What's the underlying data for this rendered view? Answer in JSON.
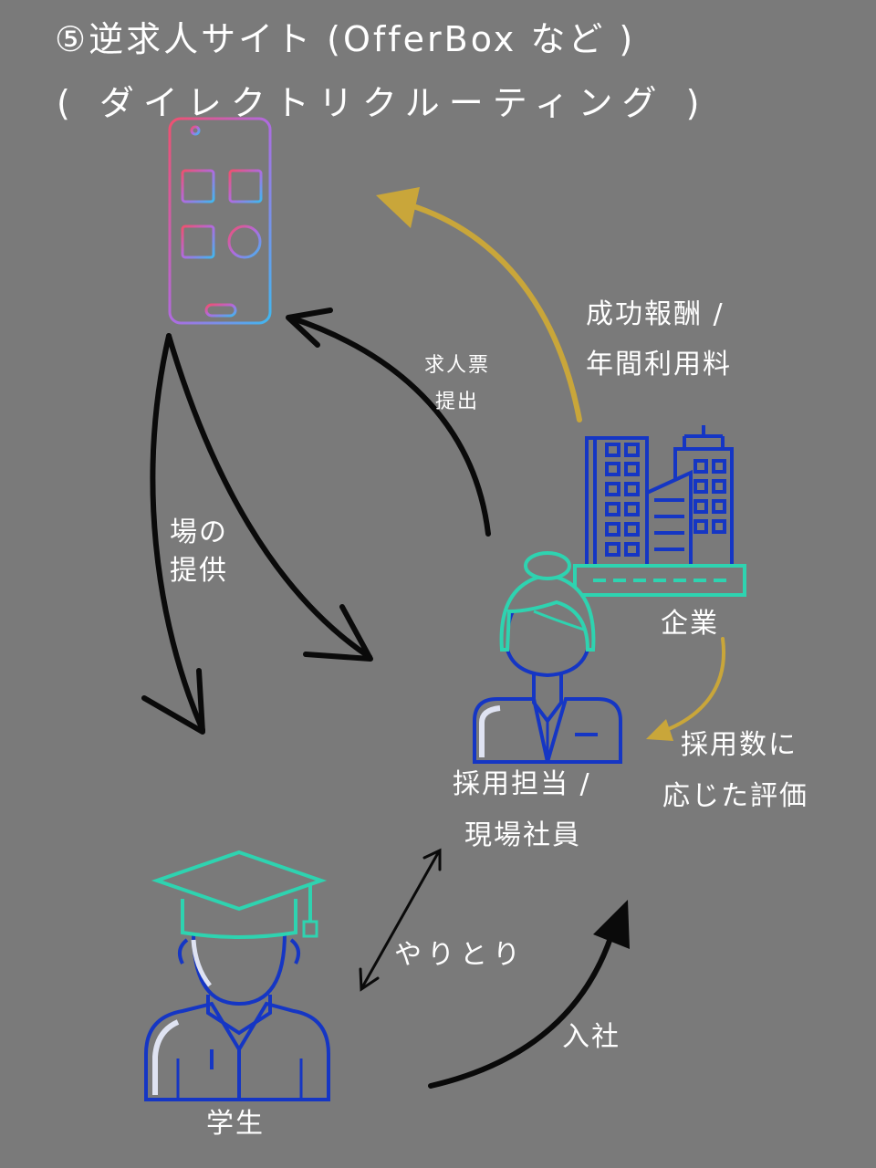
{
  "title": {
    "line1": "⑤逆求人サイト (OfferBox など )",
    "line2": "( ダイレクトリクルーティング )"
  },
  "labels": {
    "platform_provides_line1": "場の",
    "platform_provides_line2": "提供",
    "job_posting_line1": "求人票",
    "job_posting_line2": "提出",
    "fee_line1": "成功報酬 /",
    "fee_line2": "年間利用料",
    "company": "企業",
    "evaluation_line1": "採用数に",
    "evaluation_line2": "応じた評価",
    "recruiter_line1": "採用担当 /",
    "recruiter_line2": "現場社員",
    "exchange": "やりとり",
    "join": "入社",
    "student": "学生"
  },
  "colors": {
    "background": "#7a7a7a",
    "arrow_black": "#0a0a0a",
    "arrow_gold": "#c9a63a",
    "icon_blue": "#1536c4",
    "icon_teal": "#2ed3b0",
    "phone_gradient_top": "#f0506e",
    "phone_gradient_mid": "#b06ae0",
    "phone_gradient_bottom": "#3fb8f0"
  },
  "icons": {
    "phone": "smartphone-app-icon",
    "company": "office-buildings-icon",
    "recruiter": "female-employee-icon",
    "student": "graduate-student-icon"
  }
}
